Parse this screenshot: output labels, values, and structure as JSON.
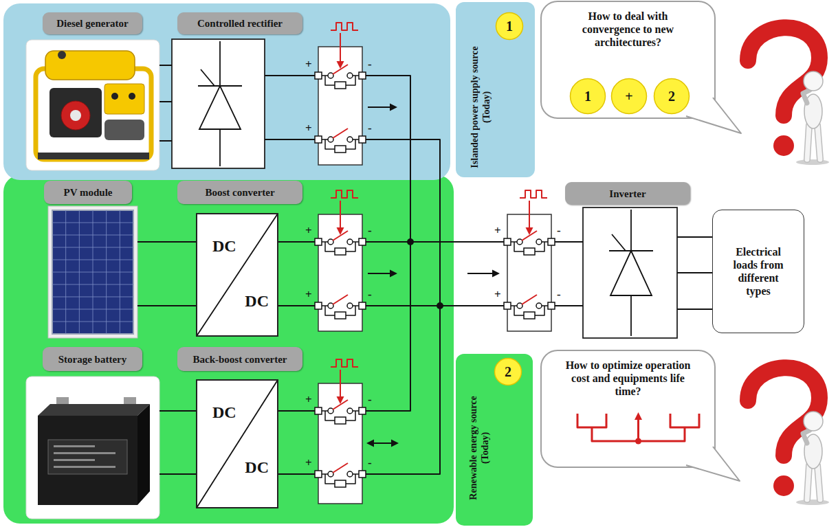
{
  "diagram": {
    "nodes": [
      {
        "text": [
          "Diesel generator"
        ]
      },
      {
        "text": [
          "Controlled rectifier"
        ]
      },
      {
        "text": [
          "Islanded power supply source (Today)"
        ]
      },
      {
        "text": [
          "1"
        ],
        "in": 2
      },
      {
        "text": [
          "PV module"
        ]
      },
      {
        "text": [
          "Boost converter"
        ]
      },
      {
        "text": [
          "DC",
          "DC"
        ]
      },
      {
        "text": [
          "Storage battery"
        ]
      },
      {
        "text": [
          "Back-boost converter"
        ]
      },
      {
        "text": [
          "DC",
          "DC"
        ]
      },
      {
        "text": [
          "Renewable energy source (Today)"
        ]
      },
      {
        "text": [
          "2"
        ],
        "in": 10
      },
      {
        "text": [
          "Inverter"
        ]
      },
      {
        "text": [
          "Electrical loads from different types"
        ]
      },
      {
        "text": [
          "How to deal with convergence to new architectures?"
        ]
      },
      {
        "text": [
          "1"
        ],
        "in": 14
      },
      {
        "text": [
          "+"
        ],
        "in": 14
      },
      {
        "text": [
          "2"
        ],
        "in": 14
      },
      {
        "text": [
          "How to optimize operation cost and equipments life time?"
        ]
      }
    ],
    "labels": [
      "+",
      "-",
      "+",
      "-",
      "+",
      "-",
      "+",
      "-",
      "+",
      "-",
      "+",
      "-",
      "+",
      "-",
      "+",
      "-"
    ]
  }
}
